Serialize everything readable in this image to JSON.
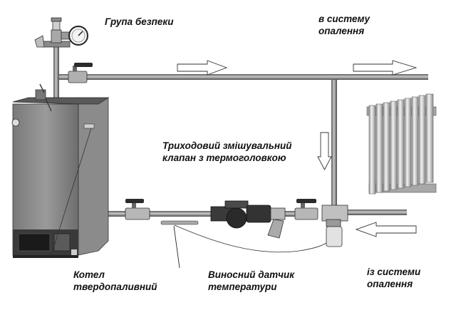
{
  "labels": {
    "safety_group": "Група безпеки",
    "to_heating_line1": "в систему",
    "to_heating_line2": "опалення",
    "mixing_valve_line1": "Триходовий змішувальний",
    "mixing_valve_line2": "клапан з термоголовкою",
    "boiler_line1": "Котел",
    "boiler_line2": "твердопаливний",
    "sensor_line1": "Виносний датчик",
    "sensor_line2": "температури",
    "from_heating_line1": "із системи",
    "from_heating_line2": "опалення"
  },
  "icons": {
    "supply_arrow": "arrow-right-icon",
    "return_arrow": "arrow-left-icon",
    "bypass_arrow": "arrow-down-icon"
  },
  "colors": {
    "pipe": "#6e6e6e",
    "boiler_body": "#858585",
    "radiator": "#d8d8d8",
    "text": "#111111"
  }
}
